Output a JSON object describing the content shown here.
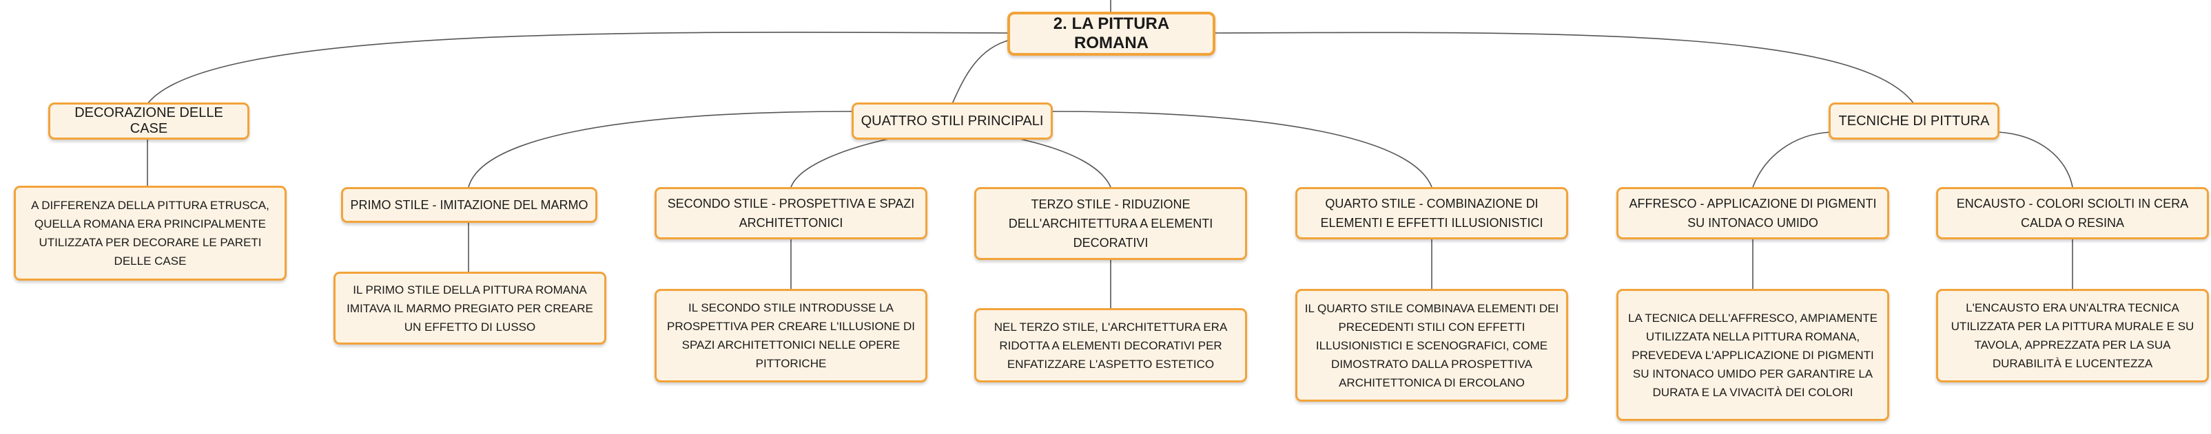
{
  "colors": {
    "border": "#f2a33a",
    "fill": "#fdf3e4",
    "line": "#555555"
  },
  "root": {
    "label": "2. LA PITTURA ROMANA"
  },
  "categories": {
    "decorazione": "DECORAZIONE DELLE CASE",
    "stili": "QUATTRO STILI PRINCIPALI",
    "tecniche": "TECNICHE DI PITTURA"
  },
  "decorazione_text": "A DIFFERENZA DELLA PITTURA ETRUSCA, QUELLA ROMANA ERA PRINCIPALMENTE UTILIZZATA PER DECORARE LE PARETI DELLE CASE",
  "stili": [
    {
      "title": "PRIMO STILE - IMITAZIONE DEL MARMO",
      "text": "IL PRIMO STILE DELLA PITTURA ROMANA IMITAVA IL MARMO PREGIATO PER CREARE UN EFFETTO DI LUSSO"
    },
    {
      "title": "SECONDO STILE - PROSPETTIVA E SPAZI ARCHITETTONICI",
      "text": "IL SECONDO STILE INTRODUSSE LA PROSPETTIVA PER CREARE L'ILLUSIONE DI SPAZI ARCHITETTONICI NELLE OPERE PITTORICHE"
    },
    {
      "title": "TERZO STILE - RIDUZIONE DELL'ARCHITETTURA A ELEMENTI DECORATIVI",
      "text": "NEL TERZO STILE, L'ARCHITETTURA ERA RIDOTTA A ELEMENTI DECORATIVI PER ENFATIZZARE L'ASPETTO ESTETICO"
    },
    {
      "title": "QUARTO STILE - COMBINAZIONE DI ELEMENTI E EFFETTI ILLUSIONISTICI",
      "text": "IL QUARTO STILE COMBINAVA ELEMENTI DEI PRECEDENTI STILI CON EFFETTI ILLUSIONISTICI E SCENOGRAFICI, COME DIMOSTRATO DALLA PROSPETTIVA ARCHITETTONICA DI ERCOLANO"
    }
  ],
  "tecniche": [
    {
      "title": "AFFRESCO - APPLICAZIONE DI PIGMENTI SU INTONACO UMIDO",
      "text": "LA TECNICA DELL'AFFRESCO, AMPIAMENTE UTILIZZATA NELLA PITTURA ROMANA, PREVEDEVA L'APPLICAZIONE DI PIGMENTI SU INTONACO UMIDO PER GARANTIRE LA DURATA E LA VIVACITÀ DEI COLORI"
    },
    {
      "title": "ENCAUSTO - COLORI SCIOLTI IN CERA CALDA O RESINA",
      "text": "L'ENCAUSTO ERA UN'ALTRA TECNICA UTILIZZATA PER LA PITTURA MURALE E SU TAVOLA, APPREZZATA PER LA SUA DURABILITÀ E LUCENTEZZA"
    }
  ]
}
